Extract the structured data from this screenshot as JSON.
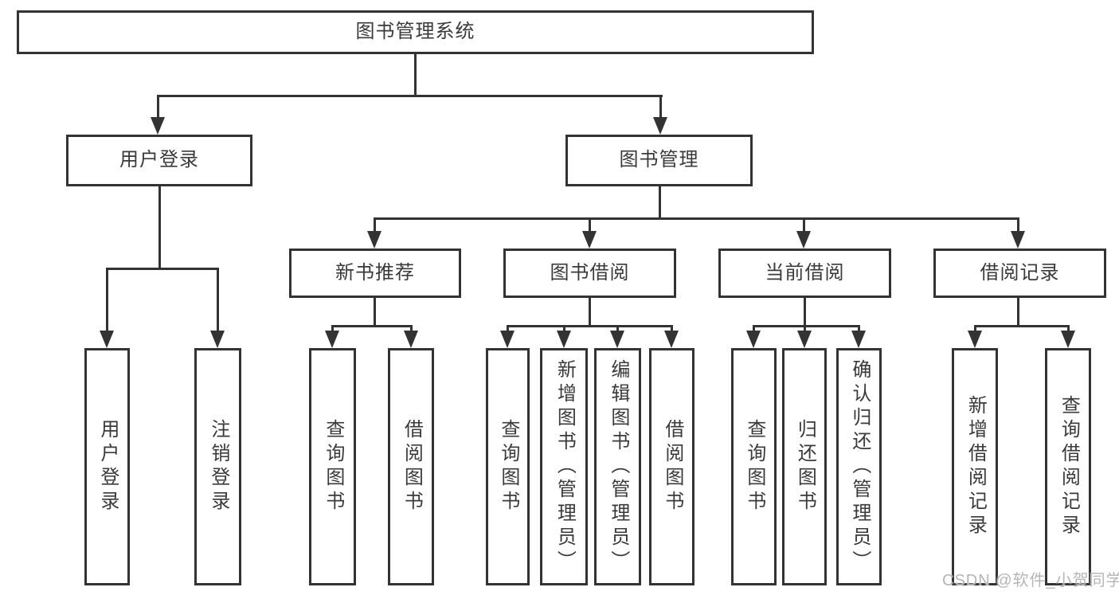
{
  "diagram_title": "图书管理系统",
  "tree": {
    "label": "图书管理系统",
    "children": [
      {
        "label": "用户登录",
        "children": [
          {
            "label": "用户登录"
          },
          {
            "label": "注销登录"
          }
        ]
      },
      {
        "label": "图书管理",
        "children": [
          {
            "label": "新书推荐",
            "children": [
              {
                "label": "查询图书"
              },
              {
                "label": "借阅图书"
              }
            ]
          },
          {
            "label": "图书借阅",
            "children": [
              {
                "label": "查询图书"
              },
              {
                "label": "新增图书（管理员）"
              },
              {
                "label": "编辑图书（管理员）"
              },
              {
                "label": "借阅图书"
              }
            ]
          },
          {
            "label": "当前借阅",
            "children": [
              {
                "label": "查询图书"
              },
              {
                "label": "归还图书"
              },
              {
                "label": "确认归还（管理员）"
              }
            ]
          },
          {
            "label": "借阅记录",
            "children": [
              {
                "label": "新增借阅记录"
              },
              {
                "label": "查询借阅记录"
              }
            ]
          }
        ]
      }
    ]
  },
  "watermark": {
    "text": "CSDN @软件_小贺同学"
  },
  "colors": {
    "line": "#333333",
    "box_border": "#333333",
    "text": "#3a3a3a",
    "watermark": "#b5b5b5",
    "background": "#ffffff"
  }
}
